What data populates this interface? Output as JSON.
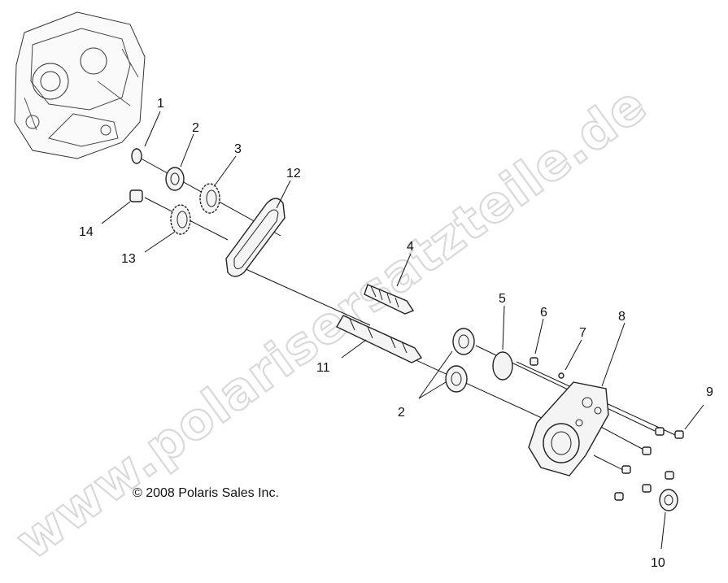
{
  "watermark": "www.polarisersatzteile.de",
  "copyright": "© 2008 Polaris Sales Inc.",
  "callouts": {
    "c1": "1",
    "c2a": "2",
    "c3": "3",
    "c12": "12",
    "c14": "14",
    "c13": "13",
    "c4": "4",
    "c11": "11",
    "c5": "5",
    "c6": "6",
    "c7": "7",
    "c8": "8",
    "c2b": "2",
    "c9": "9",
    "c10": "10"
  }
}
